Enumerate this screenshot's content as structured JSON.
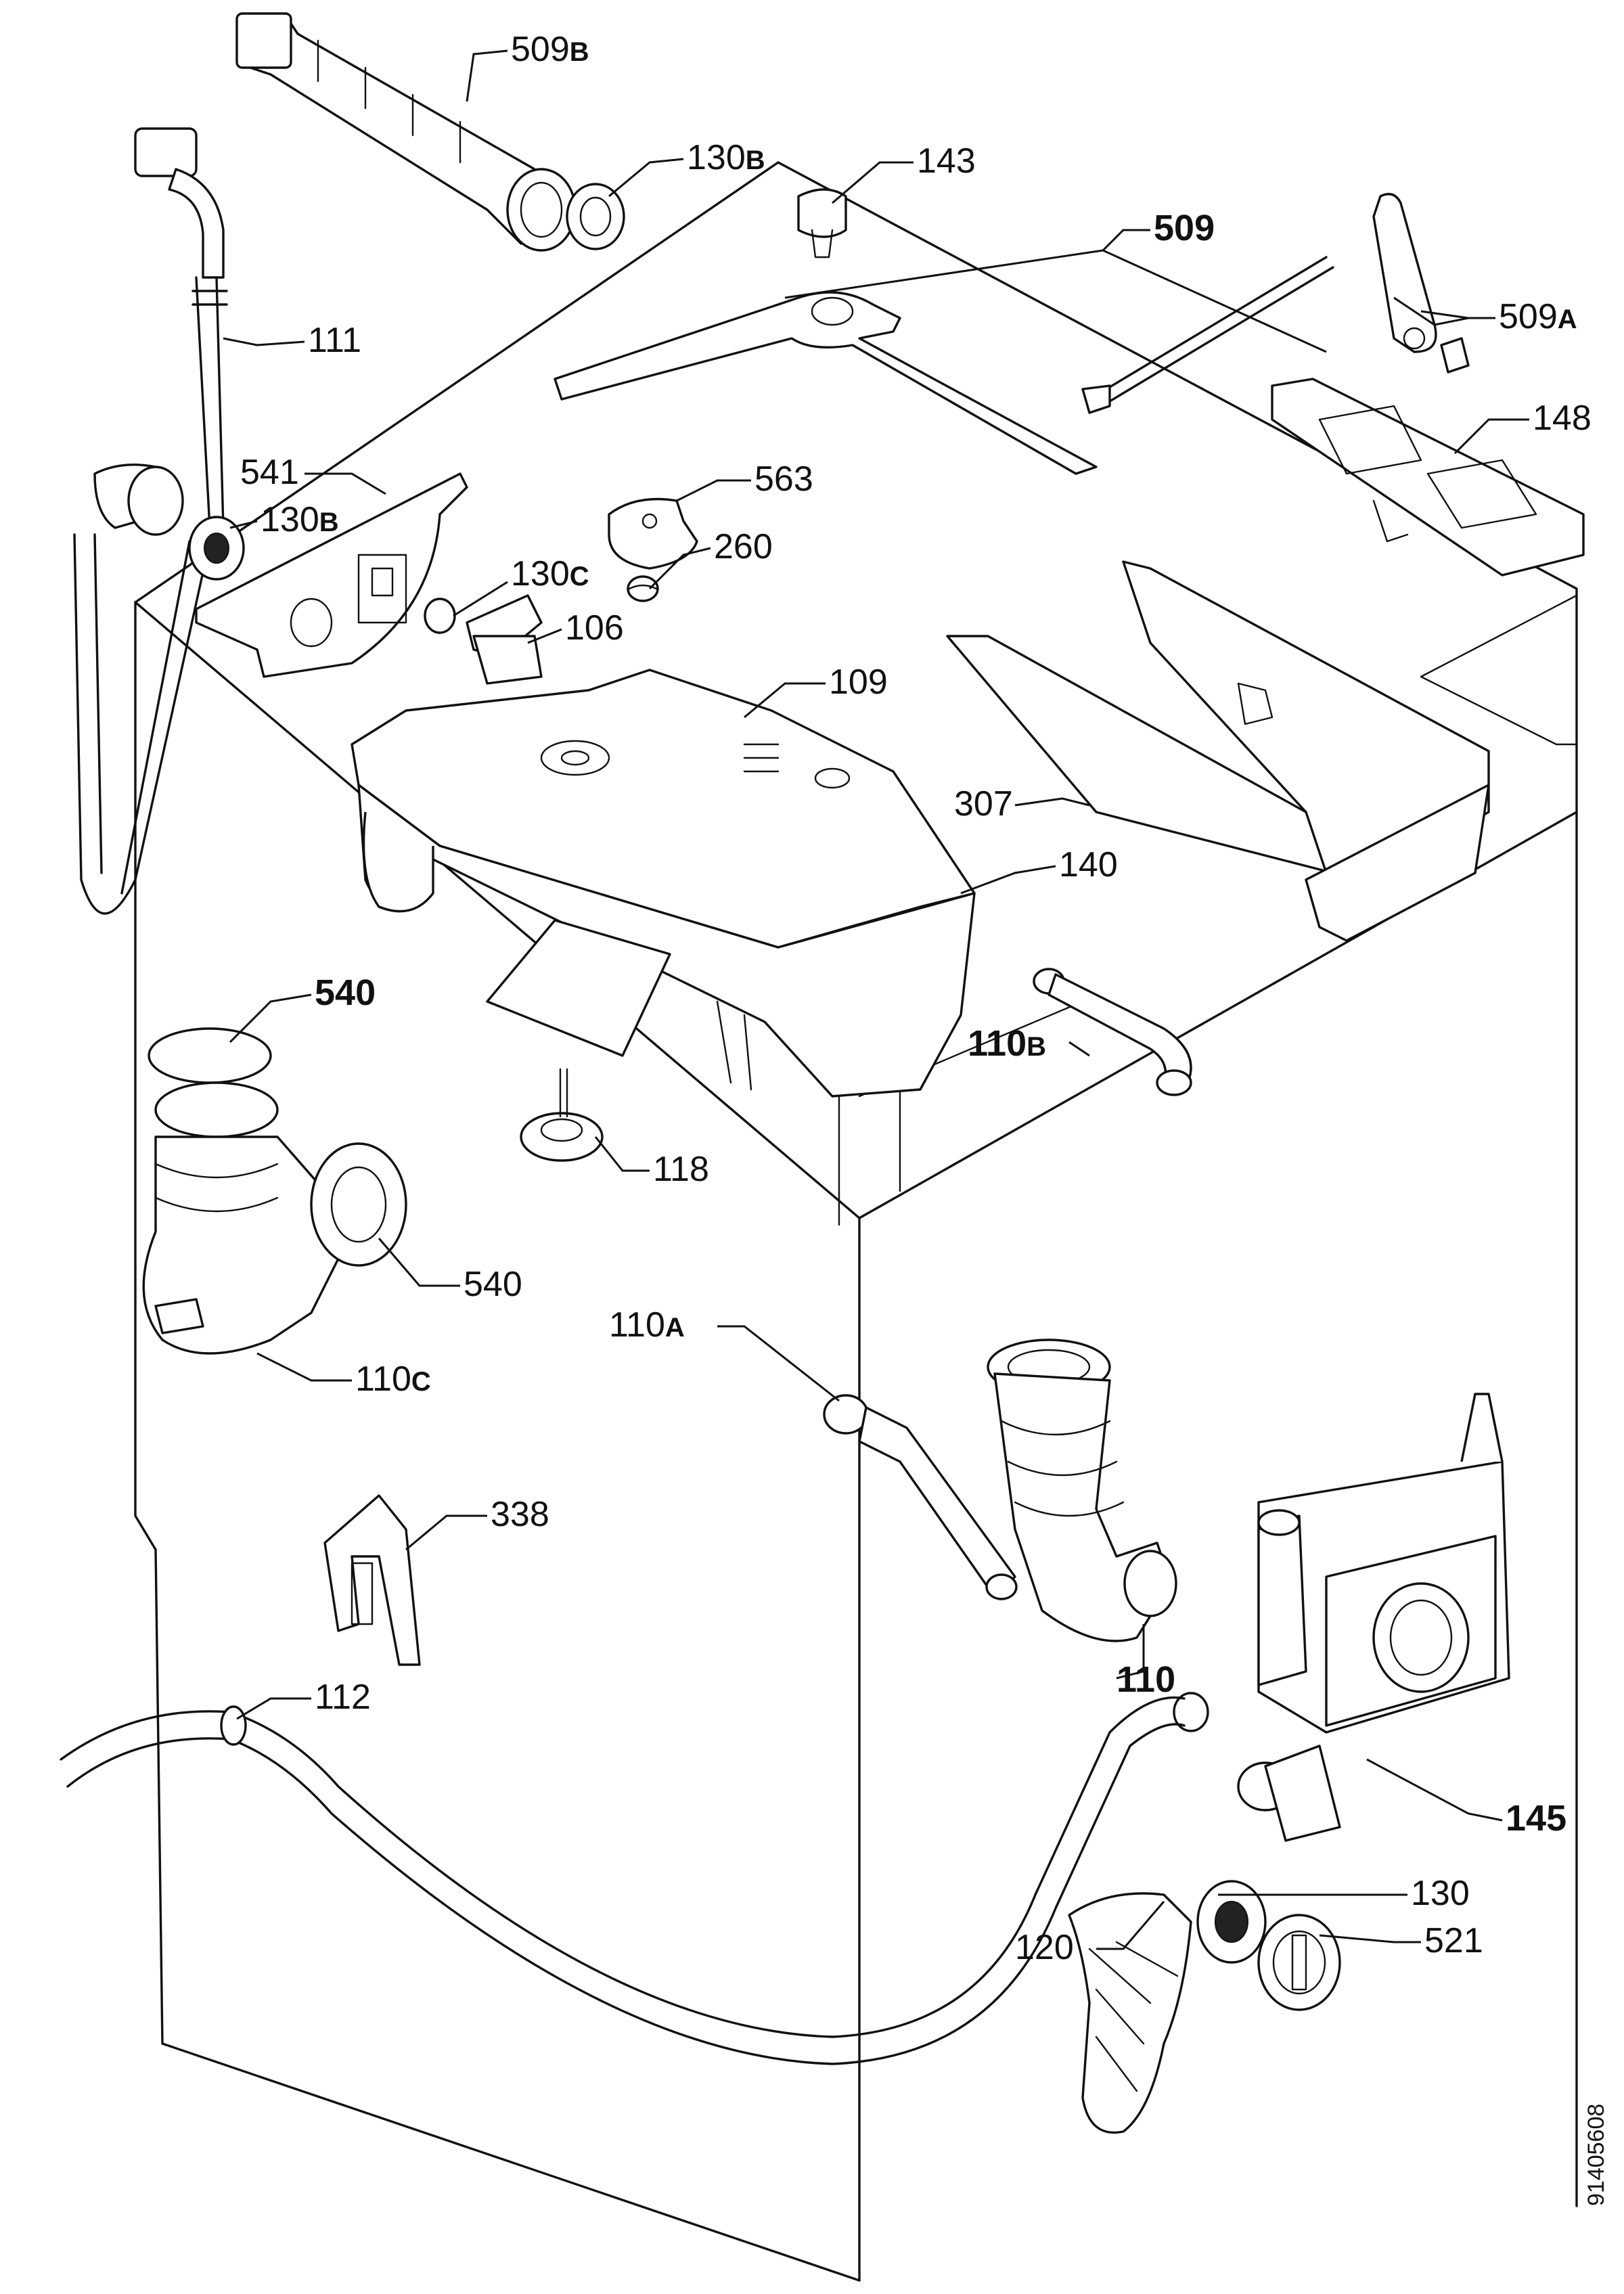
{
  "diagram": {
    "callouts": [
      {
        "id": "509b",
        "num": "509",
        "suffix": "B"
      },
      {
        "id": "130b-top",
        "num": "130",
        "suffix": "B"
      },
      {
        "id": "143",
        "num": "143",
        "suffix": ""
      },
      {
        "id": "509",
        "num": "509",
        "suffix": ""
      },
      {
        "id": "509a",
        "num": "509",
        "suffix": "A"
      },
      {
        "id": "111",
        "num": "111",
        "suffix": ""
      },
      {
        "id": "148",
        "num": "148",
        "suffix": ""
      },
      {
        "id": "541",
        "num": "541",
        "suffix": ""
      },
      {
        "id": "563",
        "num": "563",
        "suffix": ""
      },
      {
        "id": "130b-mid",
        "num": "130",
        "suffix": "B"
      },
      {
        "id": "130c",
        "num": "130",
        "suffix": "C"
      },
      {
        "id": "260",
        "num": "260",
        "suffix": ""
      },
      {
        "id": "106",
        "num": "106",
        "suffix": ""
      },
      {
        "id": "109",
        "num": "109",
        "suffix": ""
      },
      {
        "id": "307",
        "num": "307",
        "suffix": ""
      },
      {
        "id": "140",
        "num": "140",
        "suffix": ""
      },
      {
        "id": "540-top",
        "num": "540",
        "suffix": ""
      },
      {
        "id": "110b",
        "num": "110",
        "suffix": "B"
      },
      {
        "id": "118",
        "num": "118",
        "suffix": ""
      },
      {
        "id": "540-bot",
        "num": "540",
        "suffix": ""
      },
      {
        "id": "110c",
        "num": "110",
        "suffix": "C"
      },
      {
        "id": "110a",
        "num": "110",
        "suffix": "A"
      },
      {
        "id": "338",
        "num": "338",
        "suffix": ""
      },
      {
        "id": "110",
        "num": "110",
        "suffix": ""
      },
      {
        "id": "112",
        "num": "112",
        "suffix": ""
      },
      {
        "id": "145",
        "num": "145",
        "suffix": ""
      },
      {
        "id": "130",
        "num": "130",
        "suffix": ""
      },
      {
        "id": "120",
        "num": "120",
        "suffix": ""
      },
      {
        "id": "521",
        "num": "521",
        "suffix": ""
      }
    ],
    "drawing_code": "91405608"
  }
}
